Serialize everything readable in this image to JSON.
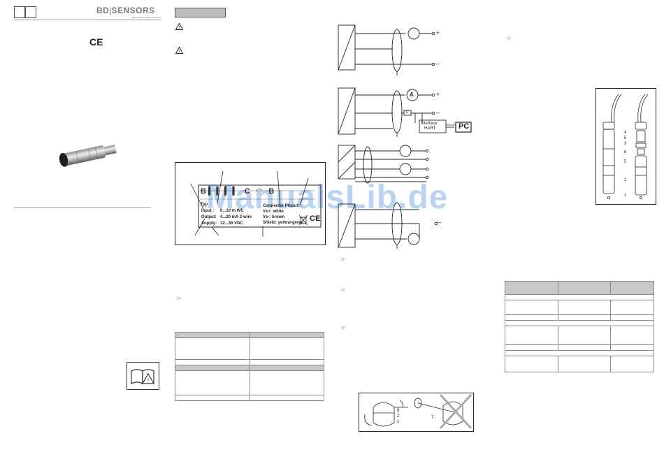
{
  "watermark": "ManualsLib.de",
  "brand": {
    "name_bd": "BD",
    "name_sensors": "SENSORS",
    "tagline": "pressure measurement"
  },
  "ce_mark": "CE",
  "label_plate": {
    "input_label": "Input :",
    "input_value": "0...10 m WC",
    "output_label": "Output:",
    "output_value": "4...20 mA 2-wire",
    "supply_label": "Supply:",
    "supply_value": "12...36 VDC",
    "pinout_title": "Connector Pinout:",
    "pin1": "Vs+: white",
    "pin2": "Vs-: brown",
    "pin3": "Shield: yellow-green",
    "type_prefix": "Typ",
    "ce": "CE"
  },
  "wiring": {
    "plus": "+",
    "minus": "–",
    "ammeter": "A",
    "resistor": "R",
    "interface_line1": "Interface",
    "interface_line2": "HART",
    "rs232": "RS232",
    "pc": "PC"
  },
  "probe_callouts": [
    "4",
    "5",
    "3",
    "6",
    "5",
    "2",
    "1"
  ],
  "bottom_callouts": [
    "8",
    "2",
    "1",
    "7"
  ]
}
